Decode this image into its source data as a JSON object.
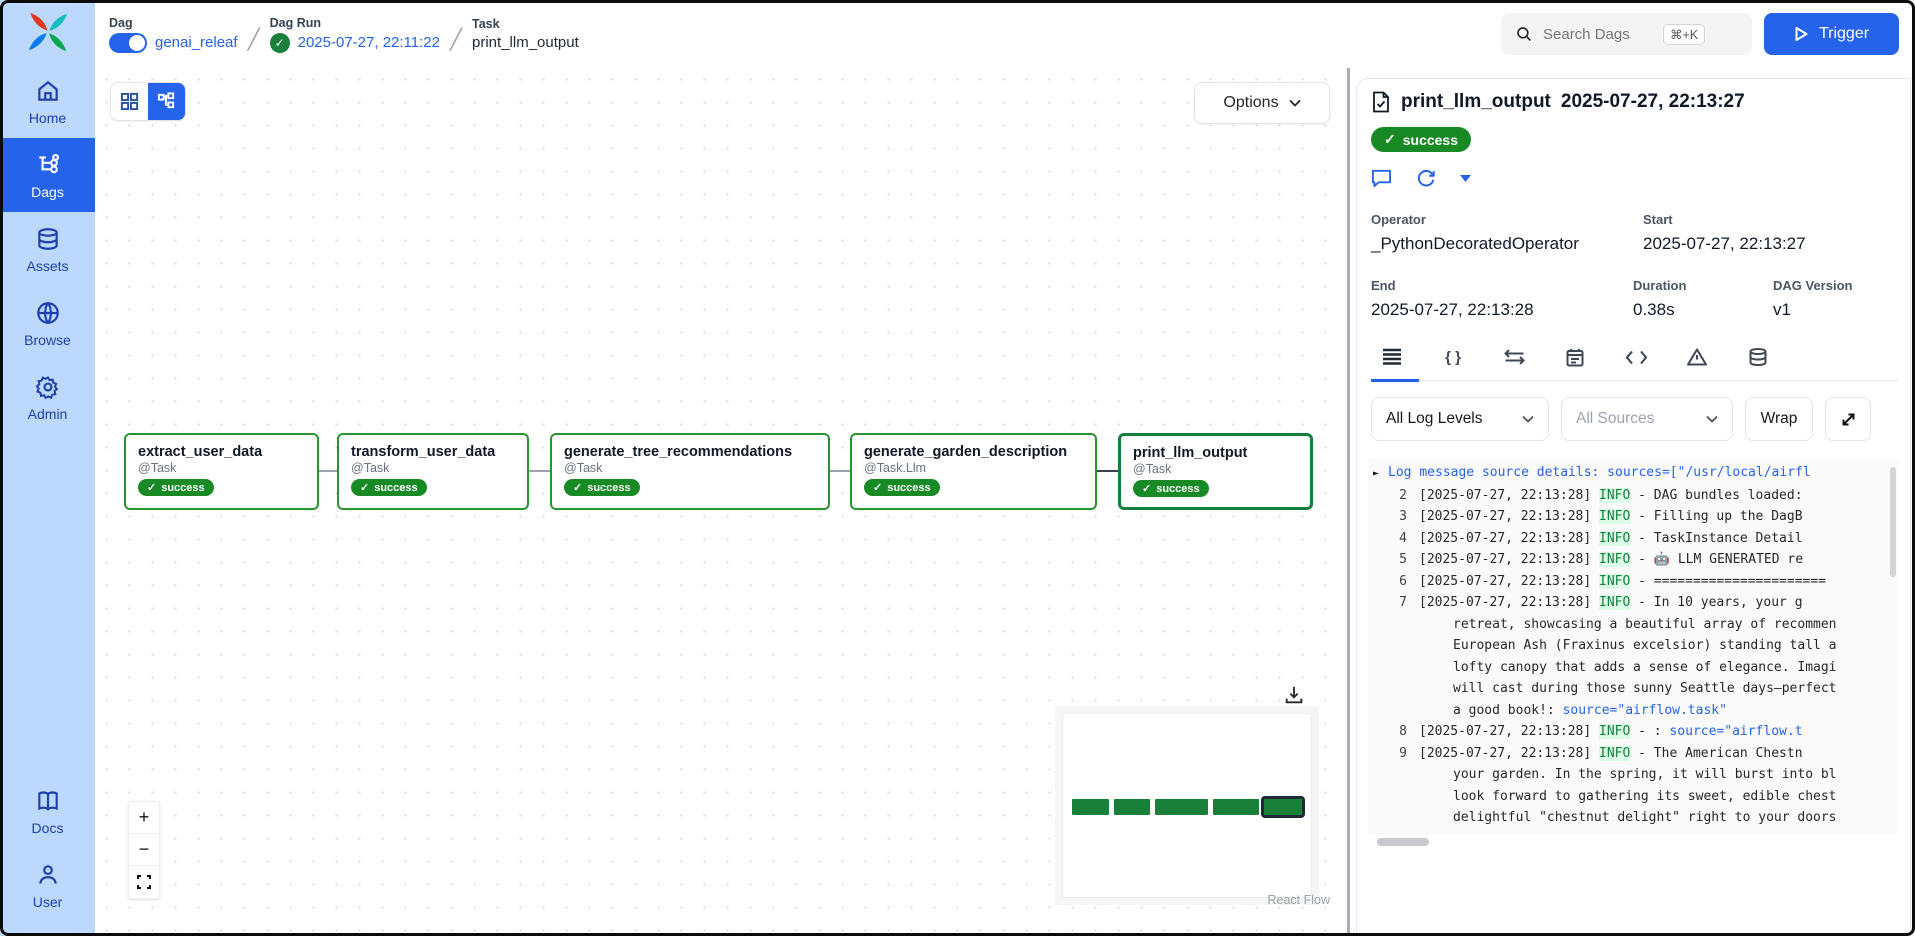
{
  "app_title": "Airflow",
  "colors": {
    "accent_blue": "#2563eb",
    "sidebar_bg": "#bcd8fc",
    "success_green": "#188a25",
    "info_bg": "#dcfce7",
    "info_text": "#15803d"
  },
  "sidebar": {
    "items": [
      {
        "label": "Home",
        "icon": "home-icon",
        "active": false
      },
      {
        "label": "Dags",
        "icon": "dags-icon",
        "active": true
      },
      {
        "label": "Assets",
        "icon": "assets-icon",
        "active": false
      },
      {
        "label": "Browse",
        "icon": "browse-icon",
        "active": false
      },
      {
        "label": "Admin",
        "icon": "admin-icon",
        "active": false
      }
    ],
    "bottom_items": [
      {
        "label": "Docs",
        "icon": "docs-icon"
      },
      {
        "label": "User",
        "icon": "user-icon"
      }
    ]
  },
  "breadcrumb": {
    "dag_label": "Dag",
    "dag_value": "genai_releaf",
    "run_label": "Dag Run",
    "run_value": "2025-07-27, 22:11:22",
    "task_label": "Task",
    "task_value": "print_llm_output"
  },
  "header": {
    "search_placeholder": "Search Dags",
    "search_shortcut": "⌘+K",
    "trigger_label": "Trigger"
  },
  "graph": {
    "options_label": "Options",
    "attribution": "React Flow",
    "nodes": [
      {
        "title": "extract_user_data",
        "subtitle": "@Task",
        "status": "success",
        "selected": false
      },
      {
        "title": "transform_user_data",
        "subtitle": "@Task",
        "status": "success",
        "selected": false
      },
      {
        "title": "generate_tree_recommendations",
        "subtitle": "@Task",
        "status": "success",
        "selected": false
      },
      {
        "title": "generate_garden_description",
        "subtitle": "@Task.Llm",
        "status": "success",
        "selected": false
      },
      {
        "title": "print_llm_output",
        "subtitle": "@Task",
        "status": "success",
        "selected": true
      }
    ]
  },
  "task_panel": {
    "title": "print_llm_output",
    "timestamp": "2025-07-27, 22:13:27",
    "status": "success",
    "details": {
      "operator_label": "Operator",
      "operator": "_PythonDecoratedOperator",
      "start_label": "Start",
      "start": "2025-07-27, 22:13:27",
      "end_label": "End",
      "end": "2025-07-27, 22:13:28",
      "duration_label": "Duration",
      "duration": "0.38s",
      "dag_version_label": "DAG Version",
      "dag_version": "v1"
    },
    "log_controls": {
      "levels": "All Log Levels",
      "sources": "All Sources",
      "wrap_label": "Wrap"
    },
    "logs": [
      {
        "expander": "►",
        "parts": [
          {
            "t": "Log message source details: sources=[\"/usr/local/airfl",
            "c": "lnk"
          }
        ]
      },
      {
        "num": "2",
        "time": "[2025-07-27, 22:13:28]",
        "level": "INFO",
        "parts": [
          {
            "t": " - DAG bundles loaded:"
          }
        ]
      },
      {
        "num": "3",
        "time": "[2025-07-27, 22:13:28]",
        "level": "INFO",
        "parts": [
          {
            "t": " - Filling up the DagB"
          }
        ]
      },
      {
        "num": "4",
        "time": "[2025-07-27, 22:13:28]",
        "level": "INFO",
        "parts": [
          {
            "t": " - TaskInstance Detail"
          }
        ]
      },
      {
        "num": "5",
        "time": "[2025-07-27, 22:13:28]",
        "level": "INFO",
        "parts": [
          {
            "t": " - 🤖 LLM GENERATED re"
          }
        ]
      },
      {
        "num": "6",
        "time": "[2025-07-27, 22:13:28]",
        "level": "INFO",
        "parts": [
          {
            "t": " - ======================"
          }
        ]
      },
      {
        "num": "7",
        "time": "[2025-07-27, 22:13:28]",
        "level": "INFO",
        "parts": [
          {
            "t": " - In 10 years, your g"
          }
        ]
      },
      {
        "wrap": true,
        "parts": [
          {
            "t": "retreat, showcasing a beautiful array of recommen"
          }
        ]
      },
      {
        "wrap": true,
        "parts": [
          {
            "t": "European Ash (Fraxinus excelsior) standing tall a"
          }
        ]
      },
      {
        "wrap": true,
        "parts": [
          {
            "t": "lofty canopy that adds a sense of elegance. Imagi"
          }
        ]
      },
      {
        "wrap": true,
        "parts": [
          {
            "t": "will cast during those sunny Seattle days—perfect"
          }
        ]
      },
      {
        "wrap": true,
        "parts": [
          {
            "t": "a good book!: "
          },
          {
            "t": "source=\"airflow.task\"",
            "c": "lnk"
          }
        ]
      },
      {
        "num": "8",
        "time": "[2025-07-27, 22:13:28]",
        "level": "INFO",
        "parts": [
          {
            "t": " - : "
          },
          {
            "t": "source=\"airflow.t",
            "c": "lnk"
          }
        ]
      },
      {
        "num": "9",
        "time": "[2025-07-27, 22:13:28]",
        "level": "INFO",
        "parts": [
          {
            "t": " - The American Chestn"
          }
        ]
      },
      {
        "wrap": true,
        "parts": [
          {
            "t": "your garden. In the spring, it will burst into bl"
          }
        ]
      },
      {
        "wrap": true,
        "parts": [
          {
            "t": "look forward to gathering its sweet, edible chest"
          }
        ]
      },
      {
        "wrap": true,
        "parts": [
          {
            "t": "delightful \"chestnut delight\" right to your doors"
          }
        ]
      }
    ]
  }
}
